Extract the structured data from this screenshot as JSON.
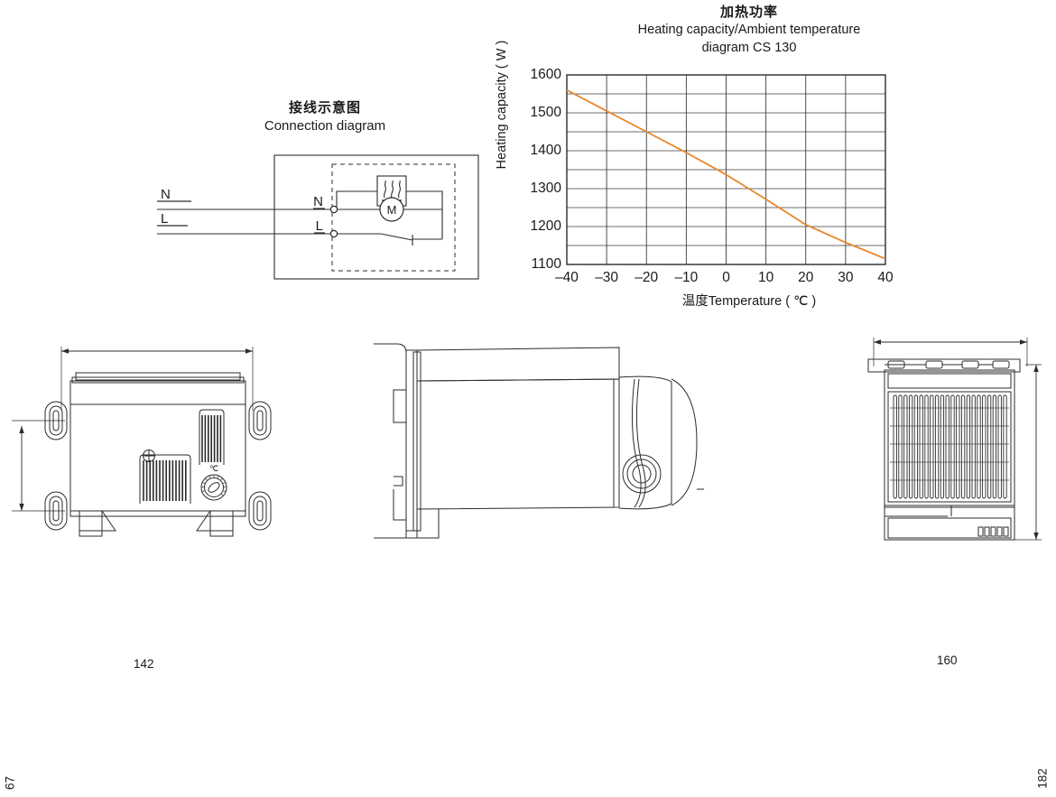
{
  "connection_diagram": {
    "title_cn": "接线示意图",
    "title_en": "Connection diagram",
    "terminals": {
      "neutral_outer": "N",
      "live_outer": "L",
      "neutral_inner": "N",
      "live_inner": "L"
    },
    "components": {
      "motor": "M",
      "heater": "heater-element-symbol",
      "thermostat": "thermostat-switch-symbol"
    }
  },
  "chart_data": {
    "type": "line",
    "title": "加热功率\nHeating capacity/Ambient temperature diagram CS 130",
    "title_cn": "加热功率",
    "title_en_line1": "Heating capacity/Ambient temperature",
    "title_en_line2": "diagram CS 130",
    "xlabel": "温度Temperature ( ℃ )",
    "ylabel": "Heating capacity ( W )",
    "xlim": [
      -40,
      40
    ],
    "ylim": [
      1100,
      1600
    ],
    "xticks": [
      -40,
      -30,
      -20,
      -10,
      0,
      10,
      20,
      30,
      40
    ],
    "yticks": [
      1100,
      1200,
      1300,
      1400,
      1500,
      1600
    ],
    "y_minor_step": 50,
    "grid": true,
    "legend": "none",
    "line_color": "#E8862A",
    "series": [
      {
        "name": "CS 130 heating capacity",
        "x": [
          -40,
          -30,
          -20,
          -10,
          0,
          10,
          20,
          30,
          40
        ],
        "values": [
          1560,
          1505,
          1450,
          1395,
          1337,
          1272,
          1205,
          1158,
          1115
        ]
      }
    ]
  },
  "views": {
    "front": {
      "name": "front-view",
      "dim_width": "142",
      "dim_height": "67",
      "thermostat_unit": "℃"
    },
    "side": {
      "name": "side-view"
    },
    "rear": {
      "name": "rear-grille-view",
      "dim_width": "160",
      "dim_height": "182"
    }
  }
}
